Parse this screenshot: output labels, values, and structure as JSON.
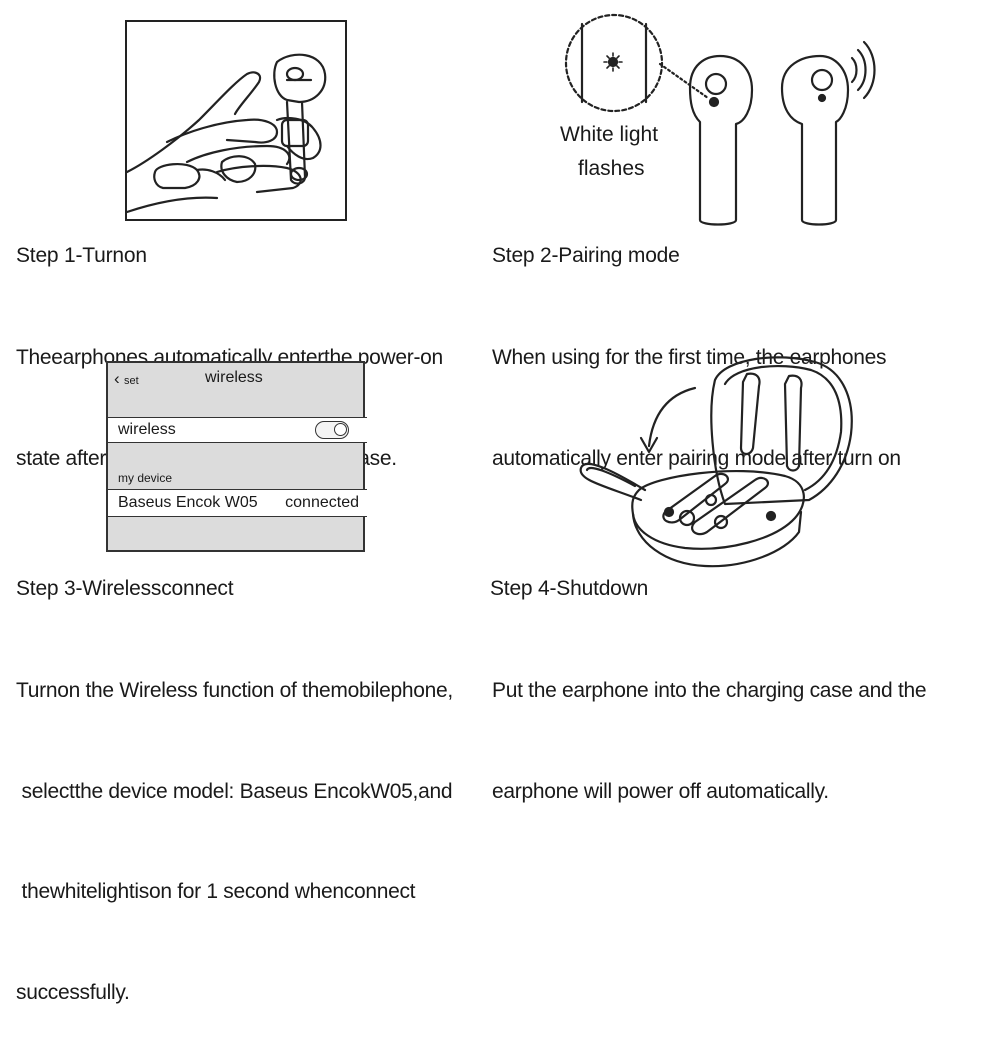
{
  "illustration2": {
    "caption_line1": "White light",
    "caption_line2": "flashes"
  },
  "phone": {
    "back_label": "set",
    "header_title": "wireless",
    "wireless_label": "wireless",
    "section_label": "my device",
    "device_name": "Baseus Encok W05",
    "device_status": "connected"
  },
  "steps": [
    {
      "title": "Step 1-Turnon",
      "lines": [
        "Theearphones automatically enterthe power-on",
        "state after takenoutfromthe charging case."
      ]
    },
    {
      "title": "Step 2-Pairing mode",
      "lines": [
        "When using for the first time, the earphones",
        "automatically enter pairing mode after turn on"
      ]
    },
    {
      "title": "Step 3-Wirelessconnect",
      "lines": [
        "Turnon the Wireless function of themobilephone,",
        " selectthe device model: Baseus EncokW05,and",
        " thewhitelightison for 1 second whenconnect",
        "successfully."
      ]
    },
    {
      "title": "Step 4-Shutdown",
      "lines": [
        "Put the earphone into the charging case and the",
        "earphone will power off automatically."
      ]
    }
  ]
}
